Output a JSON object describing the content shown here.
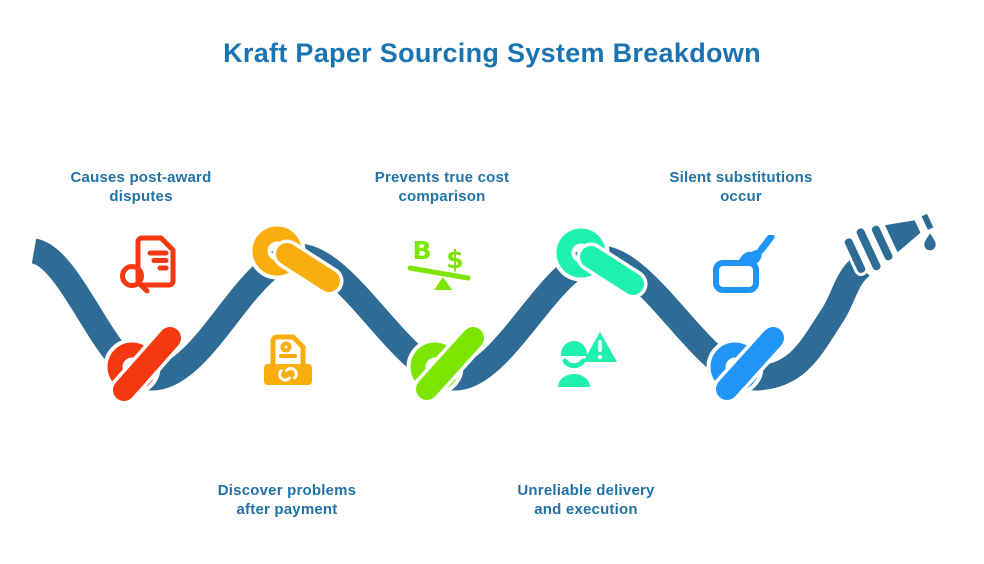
{
  "title": {
    "text": "Kraft Paper Sourcing System Breakdown",
    "color": "#1B74B2"
  },
  "palette": {
    "background": "#FFFFFF",
    "label_text": "#2173A6",
    "outline": "#FFFFFF"
  },
  "hose": {
    "color": "#2E6C95",
    "nozzle_icon": "hose-nozzle-icon",
    "drip_icon": "water-drip-icon"
  },
  "items": [
    {
      "label_lines": [
        "Causes post-award",
        "disputes"
      ],
      "label_position": "top",
      "icon": "document-search-icon",
      "color": "#F5380F"
    },
    {
      "label_lines": [
        "Discover problems",
        "after payment"
      ],
      "label_position": "bottom",
      "icon": "document-handshake-icon",
      "color": "#FAAE0D"
    },
    {
      "label_lines": [
        "Prevents true cost",
        "comparison"
      ],
      "label_position": "top",
      "icon": "currency-seesaw-icon",
      "color": "#7DE502",
      "glyphs": [
        "B",
        "$"
      ]
    },
    {
      "label_lines": [
        "Unreliable delivery",
        "and execution"
      ],
      "label_position": "bottom",
      "icon": "worker-warning-icon",
      "color": "#1FF0B0"
    },
    {
      "label_lines": [
        "Silent substitutions",
        "occur"
      ],
      "label_position": "top",
      "icon": "paintbrush-icon",
      "color": "#2095F6"
    }
  ]
}
